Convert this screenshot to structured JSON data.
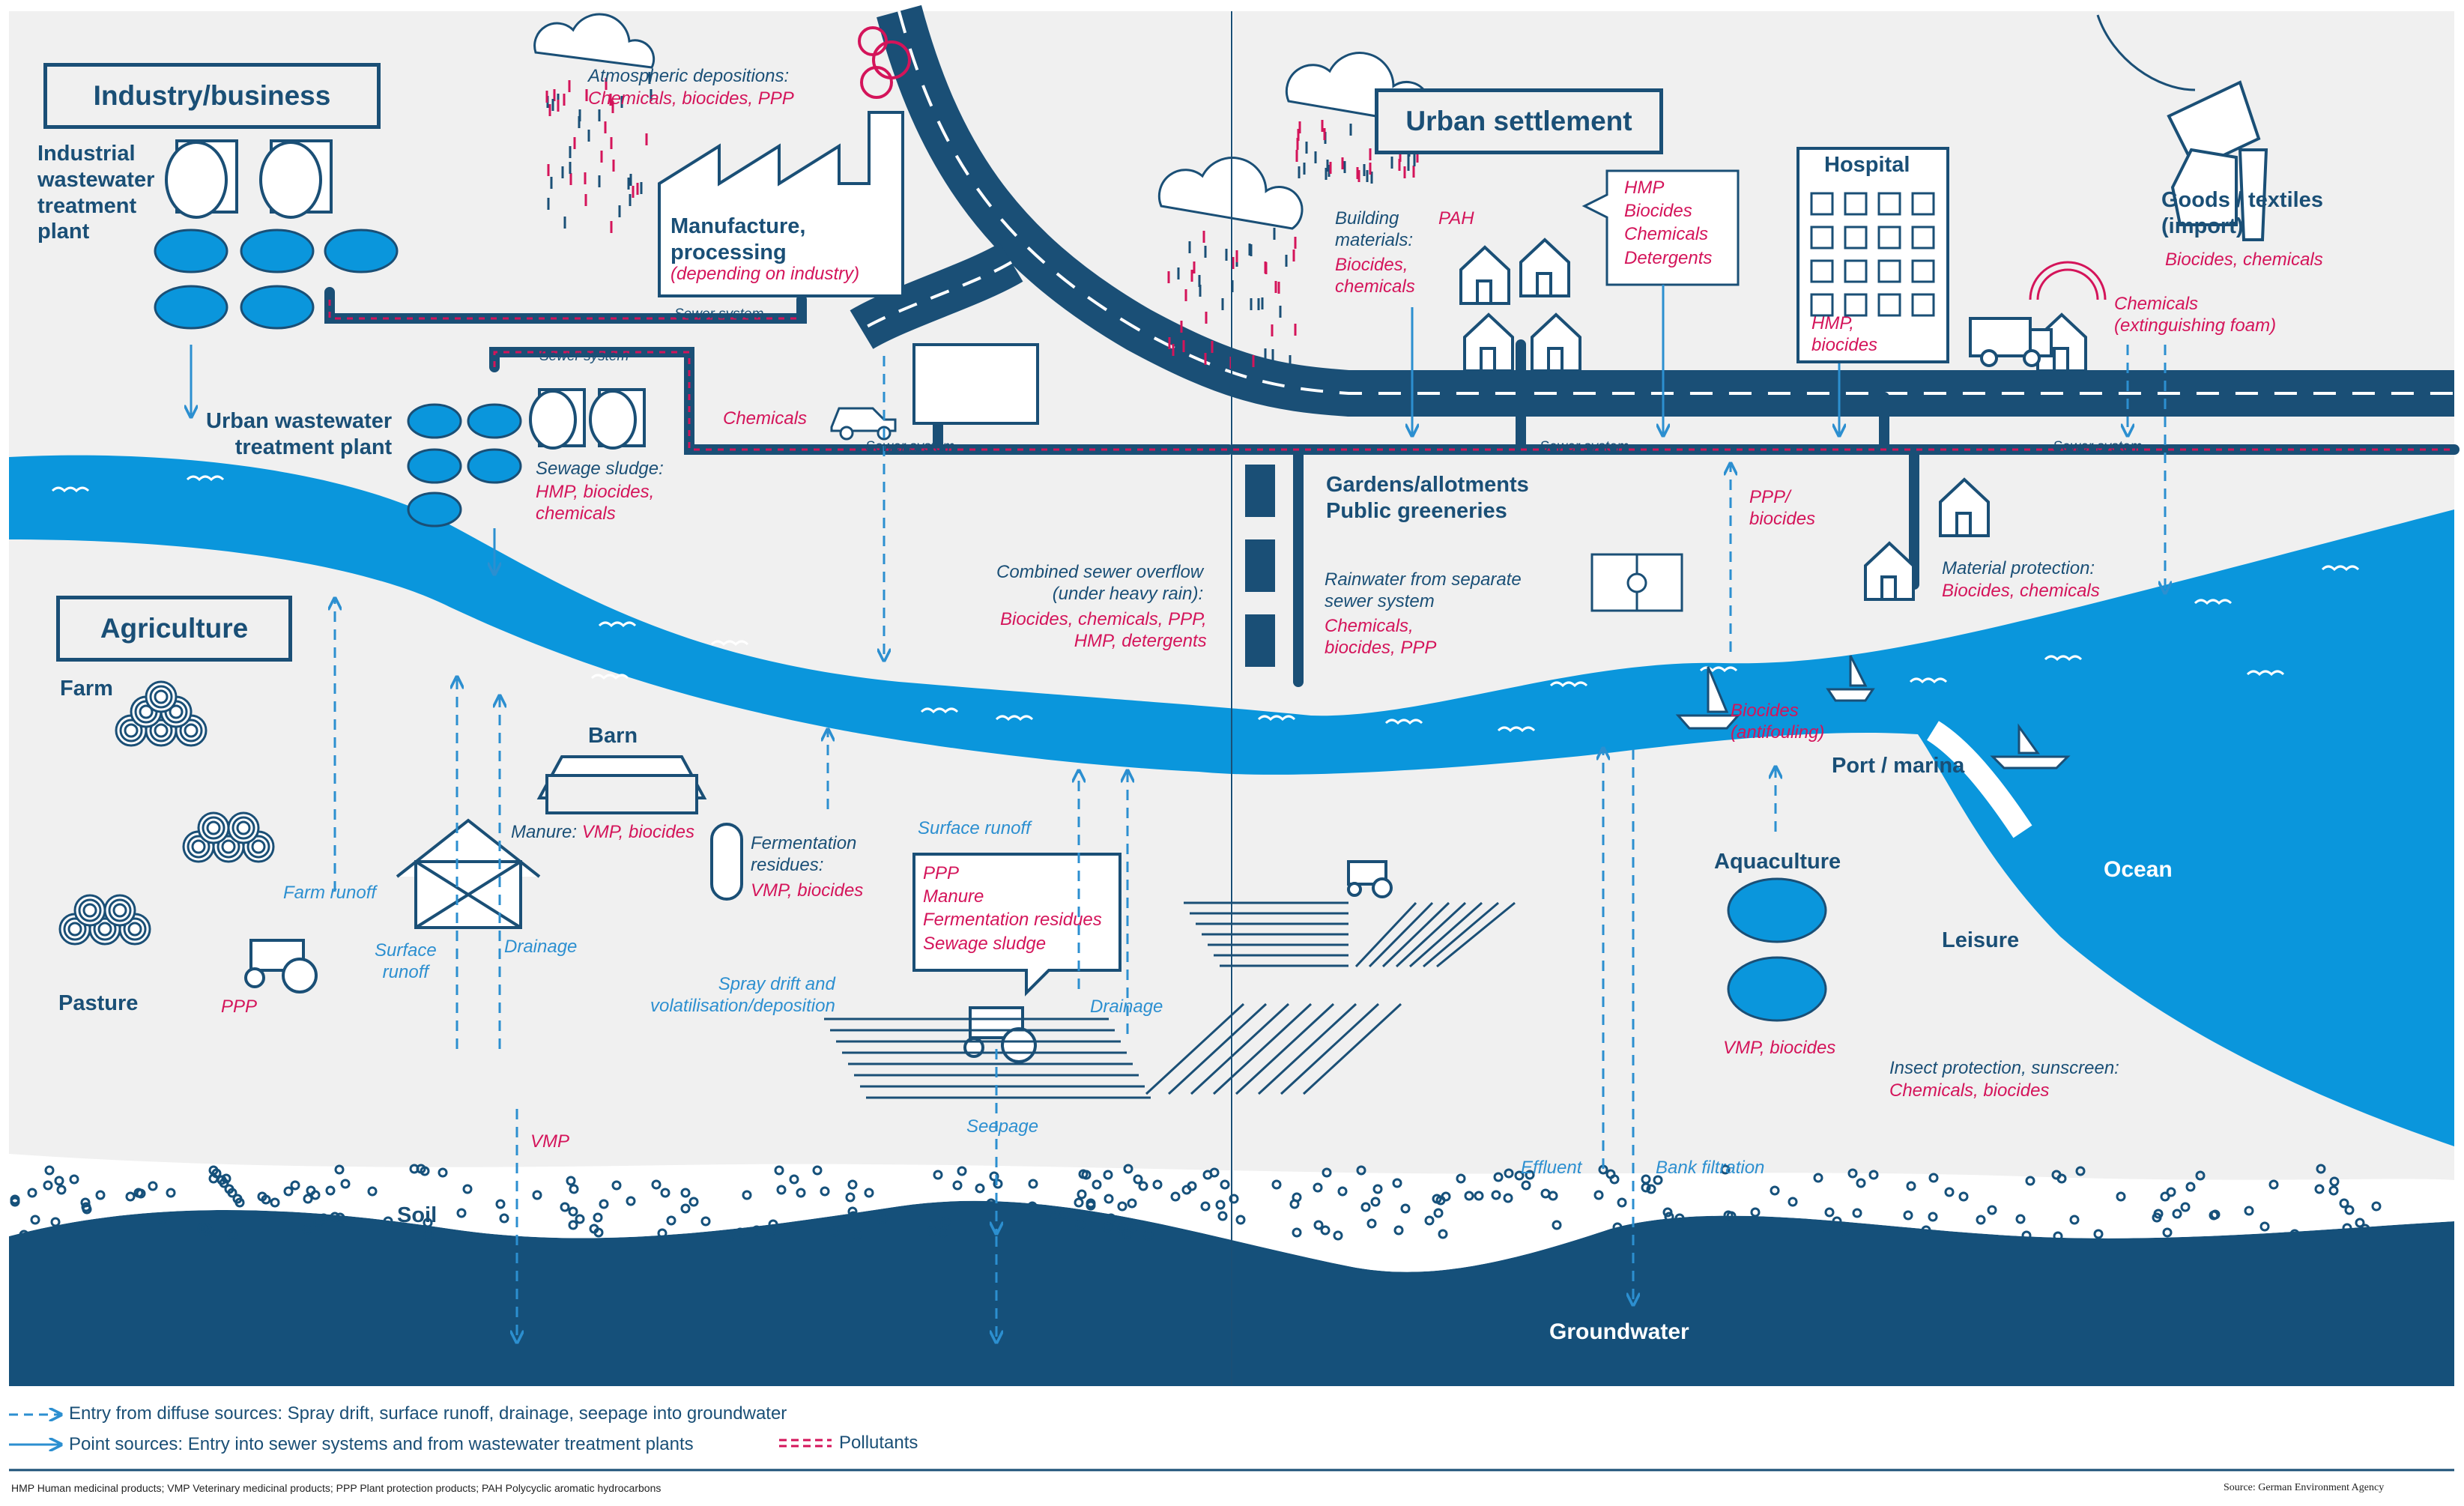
{
  "sections": {
    "industry": "Industry/business",
    "urban": "Urban settlement",
    "agriculture": "Agriculture"
  },
  "labels": {
    "industrial_wwtp": "Industrial\nwastewater\ntreatment\nplant",
    "atmospheric_title": "Atmospheric depositions:",
    "atmospheric_items": "Chemicals, biocides, PPP",
    "manufacture_title": "Manufacture,\nprocessing",
    "manufacture_sub": "(depending on industry)",
    "sewer_system": "Sewer system",
    "urban_wwtp": "Urban wastewater\ntreatment plant",
    "chemicals": "Chemicals",
    "sewage_sludge_title": "Sewage sludge:",
    "sewage_sludge_items": "HMP, biocides,\nchemicals",
    "cso_title": "Combined sewer overflow\n(under heavy rain):",
    "cso_items": "Biocides, chemicals, PPP,\nHMP, detergents",
    "building_title": "Building\nmaterials:",
    "building_items": "Biocides,\nchemicals",
    "pah": "PAH",
    "house_items": "HMP\nBiocides\nChemicals\nDetergents",
    "hospital": "Hospital",
    "hospital_items": "HMP,\nbiocides",
    "goods_title": "Goods / textiles\n(import)",
    "goods_items": "Biocides, chemicals",
    "fire_title": "Chemicals\n(extinguishing foam)",
    "gardens": "Gardens/allotments\nPublic greeneries",
    "rain_title": "Rainwater from separate\nsewer system",
    "rain_items": "Chemicals,\nbiocides, PPP",
    "ppp_biocides": "PPP/\nbiocides",
    "material_title": "Material protection:",
    "material_items": "Biocides, chemicals",
    "antifouling": "Biocides\n(antifouling)",
    "port": "Port / marina",
    "ocean": "Ocean",
    "farm": "Farm",
    "barn": "Barn",
    "manure_title": "Manure: ",
    "manure_items": "VMP, biocides",
    "fermentation_title": "Fermentation\nresidues:",
    "fermentation_items": "VMP, biocides",
    "surface_runoff": "Surface runoff",
    "surface_runoff_2": "Surface\nrunoff",
    "farm_runoff": "Farm runoff",
    "drainage": "Drainage",
    "pasture": "Pasture",
    "ppp": "PPP",
    "vmp": "VMP",
    "callout_items": "PPP\nManure\nFermentation residues\nSewage sludge",
    "spray_drift": "Spray drift and\nvolatilisation/deposition",
    "seepage": "Seepage",
    "aquaculture": "Aquaculture",
    "aqua_items": "VMP, biocides",
    "leisure": "Leisure",
    "leisure_title": "Insect protection, sunscreen:",
    "leisure_items": "Chemicals, biocides",
    "effluent": "Effluent",
    "bank_filtration": "Bank filtration",
    "soil": "Soil",
    "groundwater": "Groundwater"
  },
  "legend": {
    "diffuse": "Entry from diffuse sources: Spray drift, surface runoff, drainage, seepage into groundwater",
    "point": "Point sources: Entry into sewer systems and from wastewater treatment plants",
    "pollutants": "Pollutants"
  },
  "footer": {
    "abbreviations": "HMP Human medicinal products; VMP Veterinary medicinal products; PPP Plant protection products; PAH Polycyclic aromatic hydrocarbons",
    "source": "Source: German Environment Agency"
  },
  "colors": {
    "navy": "#1a4f76",
    "water": "#0a96dc",
    "light_blue": "#2c8fd0",
    "pollutant_red": "#d4145a",
    "ground": "#f0f0f0",
    "groundwater": "#15507a"
  }
}
